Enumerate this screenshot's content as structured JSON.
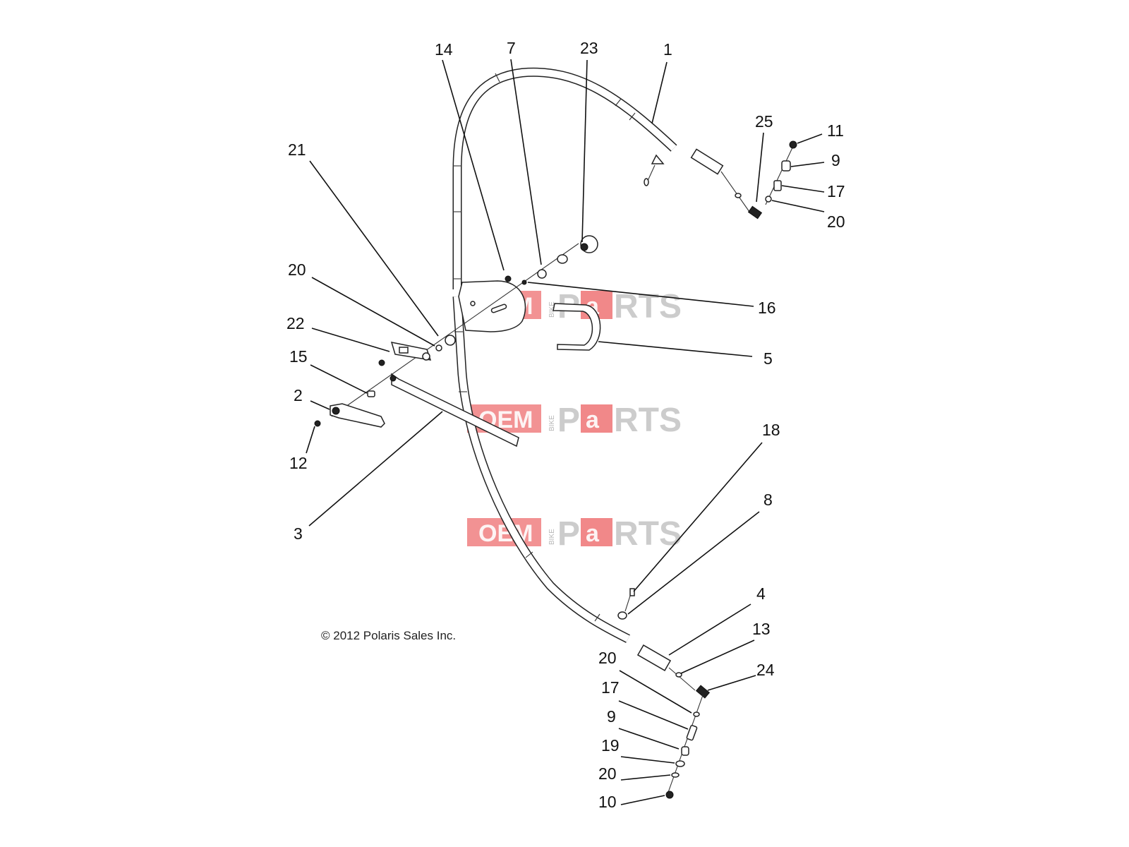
{
  "copyright": "© 2012 Polaris Sales Inc.",
  "watermark": {
    "left": "OEM",
    "middle": "BIKE",
    "right_p": "P",
    "right_a": "a",
    "right_rest": "RTS"
  },
  "callouts": {
    "c14": "14",
    "c7": "7",
    "c23": "23",
    "c1": "1",
    "c25": "25",
    "c11": "11",
    "c9a": "9",
    "c17a": "17",
    "c20a": "20",
    "c21": "21",
    "c16": "16",
    "c20b": "20",
    "c22": "22",
    "c5": "5",
    "c15": "15",
    "c2": "2",
    "c12": "12",
    "c3": "3",
    "c18": "18",
    "c8": "8",
    "c4": "4",
    "c13": "13",
    "c20c": "20",
    "c24": "24",
    "c17b": "17",
    "c9b": "9",
    "c19": "19",
    "c20d": "20",
    "c10": "10"
  },
  "colors": {
    "watermark_red": "#e8393b",
    "watermark_gray": "#8f8f8f",
    "line": "#111111"
  }
}
